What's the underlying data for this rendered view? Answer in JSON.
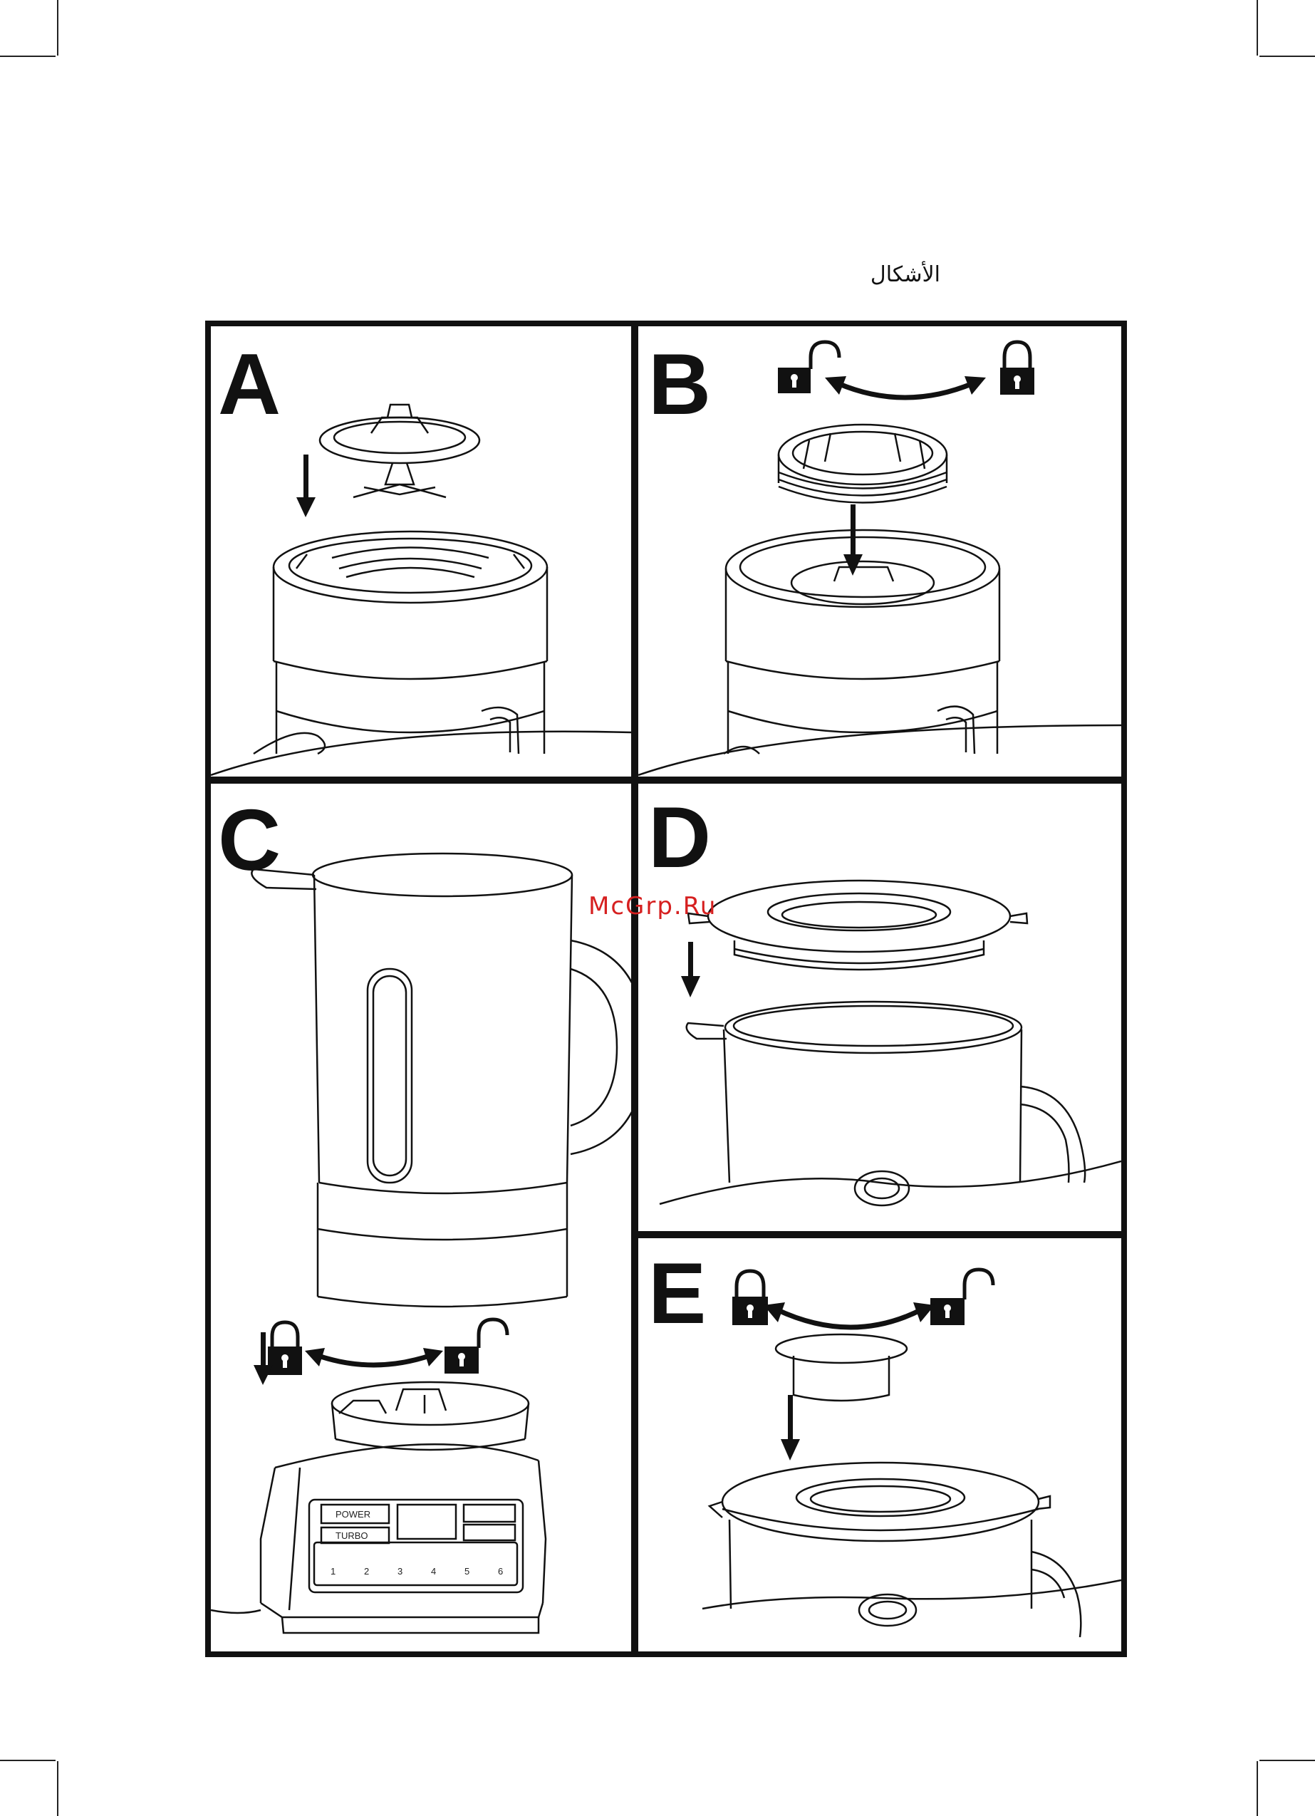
{
  "page": {
    "heading": "الأشكال",
    "watermark": "McGrp.Ru"
  },
  "panels": [
    {
      "id": "A",
      "label": "A"
    },
    {
      "id": "B",
      "label": "B"
    },
    {
      "id": "C",
      "label": "C"
    },
    {
      "id": "D",
      "label": "D"
    },
    {
      "id": "E",
      "label": "E"
    }
  ],
  "control_panel": {
    "power_label": "POWER",
    "turbo_label": "TURBO",
    "speed_numbers": [
      "1",
      "2",
      "3",
      "4",
      "5",
      "6"
    ]
  },
  "icons": [
    "lock-closed-icon",
    "lock-open-icon",
    "arrow-down-icon",
    "double-arrow-curve-icon"
  ],
  "colors": {
    "line": "#111111",
    "watermark": "#d62020",
    "background": "#ffffff"
  }
}
